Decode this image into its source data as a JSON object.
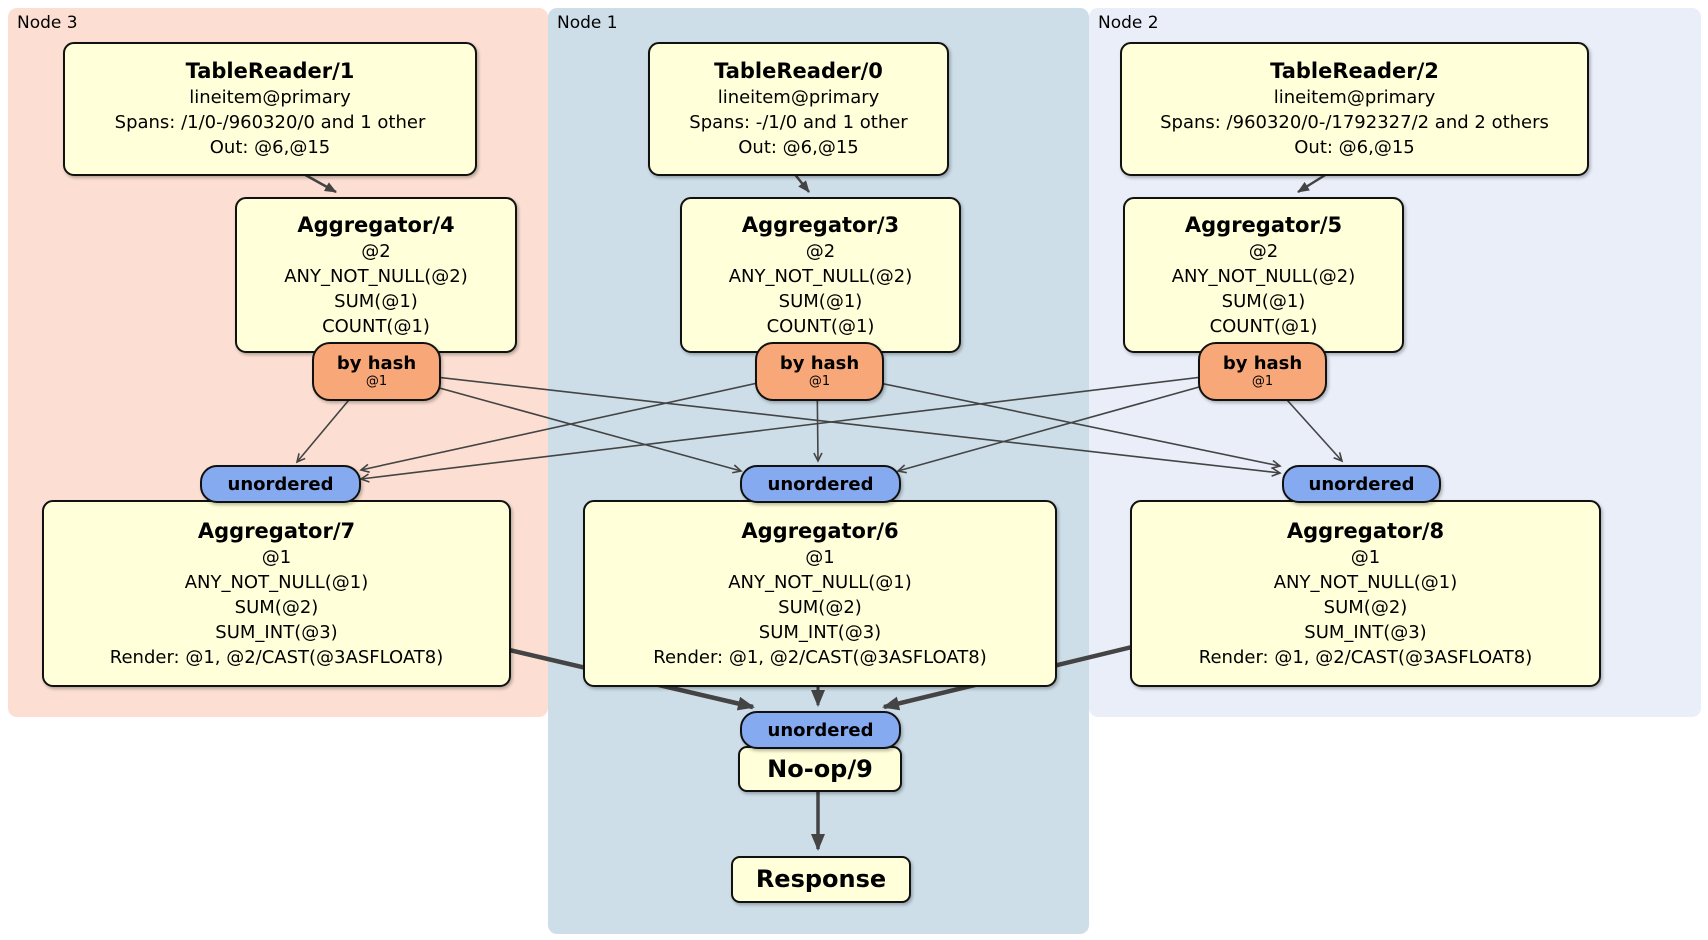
{
  "regions": [
    {
      "label": "Node 3"
    },
    {
      "label": "Node 1"
    },
    {
      "label": "Node 2"
    }
  ],
  "processors": {
    "tablereader1": {
      "title": "TableReader/1",
      "lines": [
        "lineitem@primary",
        "Spans: /1/0-/960320/0 and 1 other",
        "Out: @6,@15"
      ]
    },
    "tablereader0": {
      "title": "TableReader/0",
      "lines": [
        "lineitem@primary",
        "Spans: -/1/0 and 1 other",
        "Out: @6,@15"
      ]
    },
    "tablereader2": {
      "title": "TableReader/2",
      "lines": [
        "lineitem@primary",
        "Spans: /960320/0-/1792327/2 and 2 others",
        "Out: @6,@15"
      ]
    },
    "aggregator4": {
      "title": "Aggregator/4",
      "lines": [
        "@2",
        "ANY_NOT_NULL(@2)",
        "SUM(@1)",
        "COUNT(@1)"
      ]
    },
    "aggregator3": {
      "title": "Aggregator/3",
      "lines": [
        "@2",
        "ANY_NOT_NULL(@2)",
        "SUM(@1)",
        "COUNT(@1)"
      ]
    },
    "aggregator5": {
      "title": "Aggregator/5",
      "lines": [
        "@2",
        "ANY_NOT_NULL(@2)",
        "SUM(@1)",
        "COUNT(@1)"
      ]
    },
    "aggregator7": {
      "title": "Aggregator/7",
      "lines": [
        "@1",
        "ANY_NOT_NULL(@1)",
        "SUM(@2)",
        "SUM_INT(@3)",
        "Render: @1, @2/CAST(@3ASFLOAT8)"
      ]
    },
    "aggregator6": {
      "title": "Aggregator/6",
      "lines": [
        "@1",
        "ANY_NOT_NULL(@1)",
        "SUM(@2)",
        "SUM_INT(@3)",
        "Render: @1, @2/CAST(@3ASFLOAT8)"
      ]
    },
    "aggregator8": {
      "title": "Aggregator/8",
      "lines": [
        "@1",
        "ANY_NOT_NULL(@1)",
        "SUM(@2)",
        "SUM_INT(@3)",
        "Render: @1, @2/CAST(@3ASFLOAT8)"
      ]
    },
    "noop": {
      "title": "No-op/9"
    },
    "response": {
      "title": "Response"
    }
  },
  "router": {
    "label": "by hash",
    "detail": "@1"
  },
  "sync": {
    "label": "unordered"
  },
  "colors": {
    "node3_bg": "#fcdfd2",
    "node1_bg": "#cddee9",
    "node2_bg": "#e9eef8",
    "box_fill": "#ffffd9",
    "box_border": "#111111",
    "router_fill": "#f8a878",
    "sync_fill": "#86aaf0",
    "edge": "#444444",
    "text": "#000000"
  }
}
